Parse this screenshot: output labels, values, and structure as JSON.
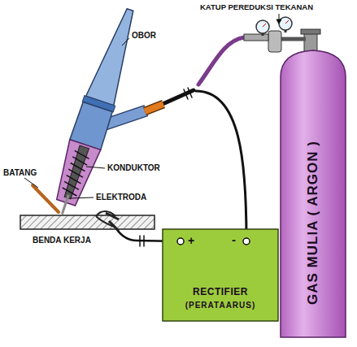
{
  "diagram": {
    "nodes": [
      {
        "text": [
          "RECTIFIER",
          "(PERATAARUS)"
        ]
      },
      {
        "text": [
          "GAS MULIA ( ARGON )"
        ]
      }
    ],
    "labels": [
      "OBOR",
      "KATUP PEREDUKSI TEKANAN",
      "BATANG",
      "KONDUKTOR",
      "ELEKTRODA",
      "BENDA KERJA",
      "+",
      "-"
    ]
  }
}
